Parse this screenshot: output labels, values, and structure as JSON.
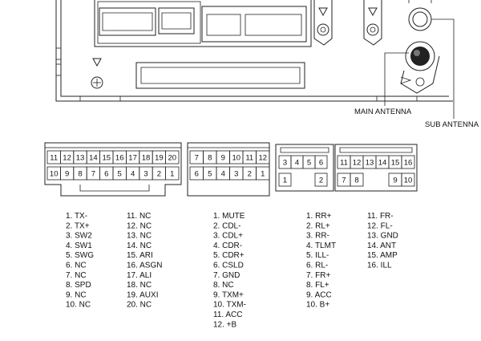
{
  "antennas": {
    "main_label": "MAIN ANTENNA",
    "sub_label": "SUB ANTENNA"
  },
  "connector_a": {
    "top_row": [
      "11",
      "12",
      "13",
      "14",
      "15",
      "16",
      "17",
      "18",
      "19",
      "20"
    ],
    "bottom_row": [
      "10",
      "9",
      "8",
      "7",
      "6",
      "5",
      "4",
      "3",
      "2",
      "1"
    ]
  },
  "connector_b": {
    "top_row": [
      "7",
      "8",
      "9",
      "10",
      "11",
      "12"
    ],
    "bottom_row": [
      "6",
      "5",
      "4",
      "3",
      "2",
      "1"
    ]
  },
  "connector_c": {
    "top_row": [
      "3",
      "4",
      "5",
      "6"
    ],
    "bottom_row": [
      "1",
      "",
      "",
      "2"
    ]
  },
  "connector_d": {
    "top_row": [
      "11",
      "12",
      "13",
      "14",
      "15",
      "16"
    ],
    "bottom_row": [
      "7",
      "8",
      "",
      "",
      "9",
      "10"
    ]
  },
  "pinouts": {
    "a_col1": [
      "1. TX-",
      "2. TX+",
      "3. SW2",
      "4. SW1",
      "5. SWG",
      "6. NC",
      "7. NC",
      "8. SPD",
      "9. NC",
      "10. NC"
    ],
    "a_col2": [
      "11. NC",
      "12. NC",
      "13. NC",
      "14. NC",
      "15. ARI",
      "16. ASGN",
      "17. ALI",
      "18. NC",
      "19. AUXI",
      "20. NC"
    ],
    "b_col": [
      "1. MUTE",
      "2. CDL-",
      "3. CDL+",
      "4. CDR-",
      "5. CDR+",
      "6. CSLD",
      "7. GND",
      "8. NC",
      "9. TXM+",
      "10. TXM-",
      "11. ACC",
      "12. +B"
    ],
    "d_col1": [
      "1. RR+",
      "2. RL+",
      "3. RR-",
      "4. TLMT",
      "5. ILL-",
      "6. RL-",
      "7. FR+",
      "8. FL+",
      "9. ACC",
      "10. B+"
    ],
    "d_col2": [
      "11. FR-",
      "12. FL-",
      "13. GND",
      "14. ANT",
      "15. AMP",
      "16. ILL"
    ]
  }
}
